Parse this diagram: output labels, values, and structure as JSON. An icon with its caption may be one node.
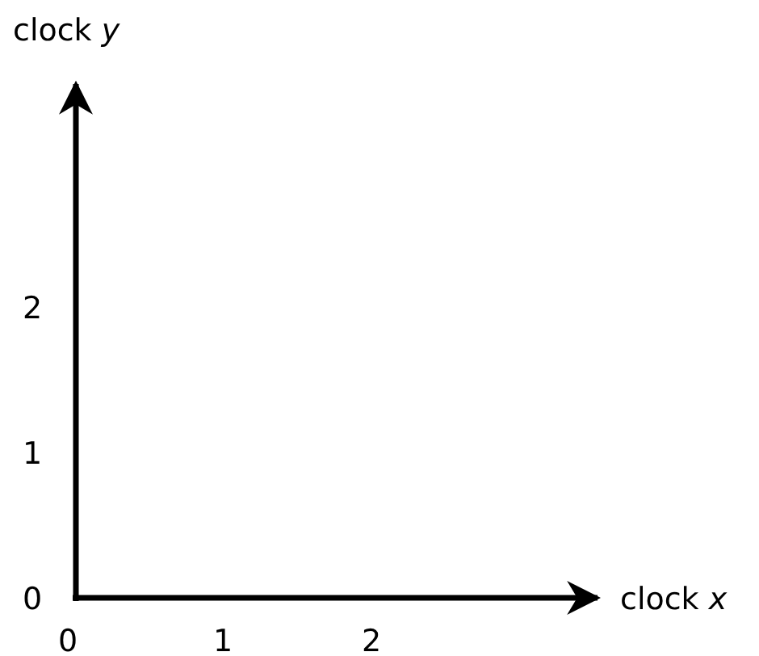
{
  "diagram": {
    "labels": [
      "clock *y*",
      "2",
      "1",
      "0",
      "0",
      "1",
      "2",
      "clock *x*"
    ]
  }
}
